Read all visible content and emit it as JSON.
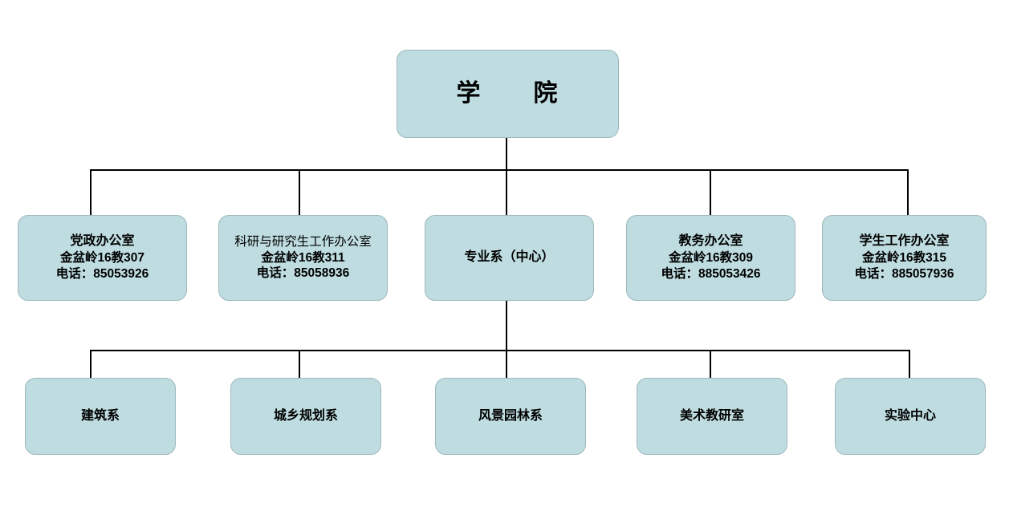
{
  "chart": {
    "type": "org-chart",
    "background_color": "#ffffff",
    "node_fill_color": "#bfdde1",
    "node_border_color": "#9db8bb",
    "connector_color": "#000000",
    "root": {
      "label": "学　　院"
    },
    "level2": [
      {
        "name": "党政办公室",
        "address": "金盆岭16教307",
        "phone": "电话：85053926"
      },
      {
        "name": "科研与研究生工作办公室",
        "address": "金盆岭16教311",
        "phone": "电话：85058936"
      },
      {
        "name": "专业系（中心）",
        "address": "",
        "phone": ""
      },
      {
        "name": "教务办公室",
        "address": "金盆岭16教309",
        "phone": "电话：885053426"
      },
      {
        "name": "学生工作办公室",
        "address": "金盆岭16教315",
        "phone": "电话：885057936"
      }
    ],
    "level3": [
      {
        "name": "建筑系"
      },
      {
        "name": "城乡规划系"
      },
      {
        "name": "风景园林系"
      },
      {
        "name": "美术教研室"
      },
      {
        "name": "实验中心"
      }
    ]
  }
}
